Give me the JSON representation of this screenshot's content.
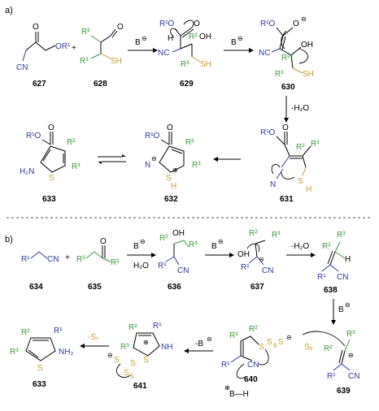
{
  "panels": {
    "a": "a)",
    "b": "b)"
  },
  "compounds": {
    "c627": "627",
    "c628": "628",
    "c629": "629",
    "c630": "630",
    "c631": "631",
    "c632": "632",
    "c633a": "633",
    "c634": "634",
    "c635": "635",
    "c636": "636",
    "c637": "637",
    "c638": "638",
    "c639": "639",
    "c640": "640",
    "c641": "641",
    "c633b": "633"
  },
  "reagents": {
    "base": "B",
    "minus": "⊖",
    "plus": "⊕",
    "h2o": "H₂O",
    "minus_h2o": "-H₂O",
    "s8": "S₈",
    "minus_s7": "-S₇",
    "minus_b": "-B",
    "bh": "B—H"
  },
  "labels": {
    "OR1": "OR¹",
    "R1O": "R¹O",
    "CN": "CN",
    "NC": "NC",
    "N": "N",
    "R2": "R²",
    "R3": "R³",
    "R1": "R¹",
    "SH": "SH",
    "OH": "OH",
    "S": "S",
    "H": "H",
    "O": "O",
    "H2N": "H₂N",
    "NH2": "NH₂",
    "NH": "NH",
    "five": "5",
    "six": "6",
    "plus_sign": "+"
  }
}
